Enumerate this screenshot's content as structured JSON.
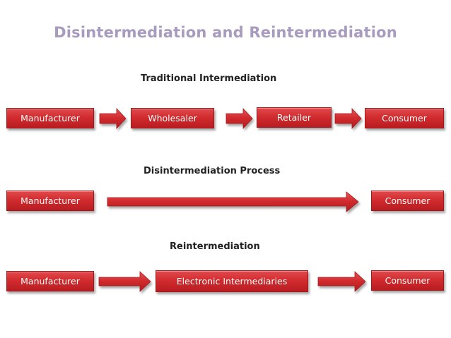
{
  "title": "Disintermediation and Reintermediation",
  "colors": {
    "title": "#a89bbf",
    "box_fill": "#d22c2f",
    "box_border": "#a31a1d",
    "text": "#222222"
  },
  "sections": [
    {
      "heading": "Traditional Intermediation",
      "nodes": [
        "Manufacturer",
        "Wholesaler",
        "Retailer",
        "Consumer"
      ]
    },
    {
      "heading": "Disintermediation Process",
      "nodes": [
        "Manufacturer",
        "Consumer"
      ]
    },
    {
      "heading": "Reintermediation",
      "nodes": [
        "Manufacturer",
        "Electronic Intermediaries",
        "Consumer"
      ]
    }
  ]
}
